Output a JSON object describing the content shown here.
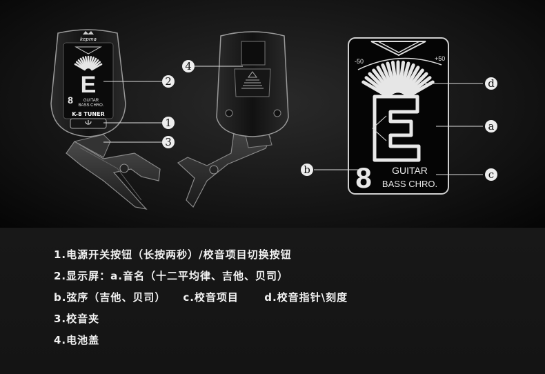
{
  "device": {
    "brand": "kepma",
    "model": "K-8 TUNER",
    "note_letter": "E",
    "mode_digit": "8",
    "mode_line1": "GUITAR",
    "mode_line2": "BASS CHRO.",
    "scale_min": "-50",
    "scale_max": "+50"
  },
  "callouts": [
    "1",
    "2",
    "3",
    "4"
  ],
  "letter_callouts": [
    "a",
    "b",
    "c",
    "d"
  ],
  "legend": [
    "1.电源开关按钮（长按两秒）/校音项目切换按钮",
    "2.显示屏：a.音名（十二平均律、吉他、贝司）",
    "b.弦序（吉他、贝司）    c.校音项目      d.校音指针\\刻度",
    "3.校音夹",
    "4.电池盖"
  ]
}
